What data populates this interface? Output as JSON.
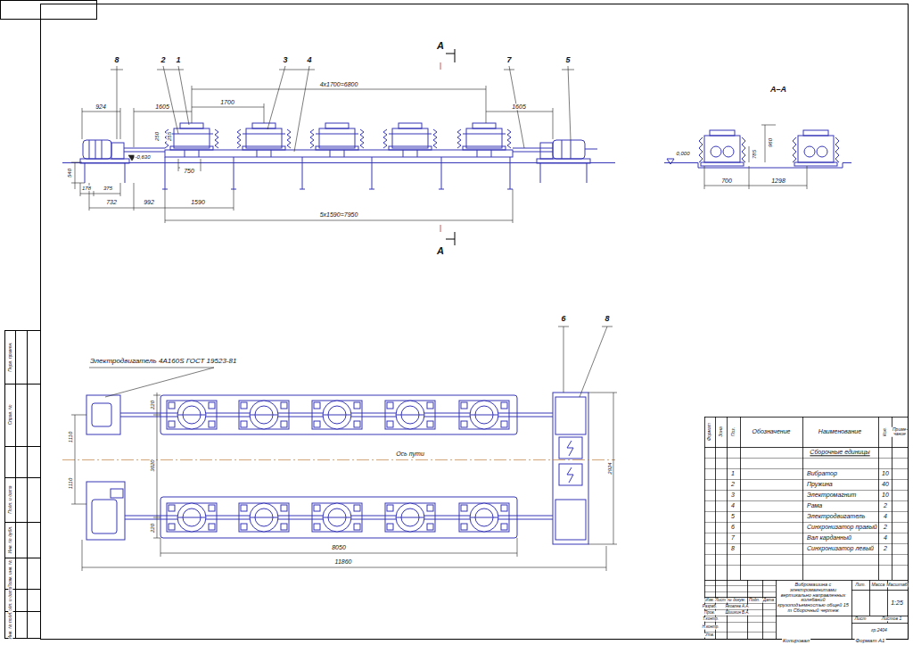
{
  "diagram": {
    "labels": [
      "8",
      "2",
      "1",
      "3",
      "4",
      "7",
      "5",
      "A",
      "A",
      "4x1700=6800",
      "1700",
      "924",
      "1605",
      "1605",
      "255",
      "250",
      "750",
      "-0,630",
      "540",
      "178",
      "375",
      "732",
      "992",
      "1590",
      "5x1590=7950",
      "A–A",
      "0,000",
      "785",
      "960",
      "700",
      "1298",
      "Электродвигатель 4А160S ГОСТ 19523-81",
      "6",
      "8",
      "220",
      "1110",
      "3020",
      "Ось пути",
      "1110",
      "220",
      "2924",
      "8050",
      "11860",
      "Формат",
      "Зона",
      "Поз.",
      "Обозначение",
      "Наименование",
      "Кол.",
      "Приме- чание",
      "Сборочные единицы",
      "1",
      "Вибратор",
      "10",
      "2",
      "Пружина",
      "40",
      "3",
      "Электромагнит",
      "10",
      "4",
      "Рама",
      "2",
      "5",
      "Электродвигатель",
      "4",
      "6",
      "Синхронизатор правый",
      "2",
      "7",
      "Вал карданный",
      "4",
      "8",
      "Синхронизатор левый",
      "2",
      "Изм.",
      "Лист",
      "№ докум.",
      "Подп.",
      "Дата",
      "Разраб.",
      "Яковлев А.А.",
      "Пров.",
      "Шишкин В.А.",
      "Т.контр.",
      "Н.контр.",
      "Утв.",
      "Вибромашина с электромагнитами вертикально направленных колебаний грузоподъемностью общей 15 т Сборочный чертеж",
      "Лит.",
      "Масса",
      "Масштаб",
      "1:25",
      "Лист",
      "Листов 1",
      "гр.2404",
      "Копировал",
      "Формат А1",
      "Перв. примен.",
      "Справ. №",
      "Подп. и дата",
      "Инв. № дубл.",
      "Взам. инв. №",
      "Подп. и дата",
      "Инв. № подл."
    ]
  }
}
